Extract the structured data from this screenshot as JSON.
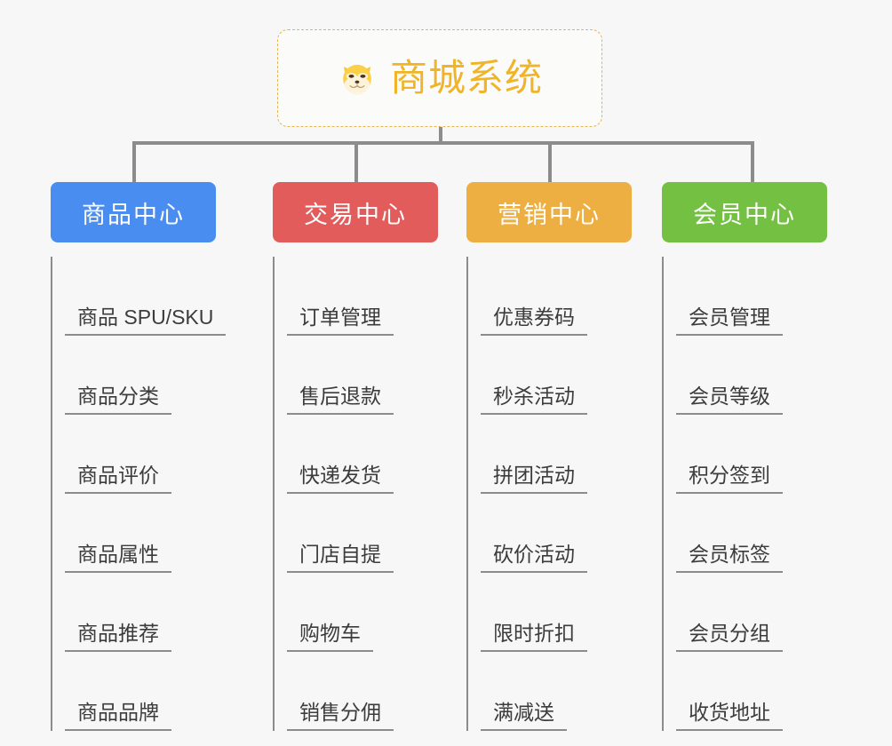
{
  "diagram": {
    "type": "mindmap",
    "background_color": "#f7f7f7",
    "connector_color": "#8c8c8c",
    "root": {
      "title": "商城系统",
      "icon": "shiba-dog-face-emoji",
      "text_color": "#f0b429",
      "border_color": "#e6b551",
      "fill_color": "#fbfbfa"
    },
    "branches": [
      {
        "label": "商品中心",
        "color": "#4a8df0",
        "items": [
          "商品 SPU/SKU",
          "商品分类",
          "商品评价",
          "商品属性",
          "商品推荐",
          "商品品牌"
        ]
      },
      {
        "label": "交易中心",
        "color": "#e25c5c",
        "items": [
          "订单管理",
          "售后退款",
          "快递发货",
          "门店自提",
          "购物车",
          "销售分佣"
        ]
      },
      {
        "label": "营销中心",
        "color": "#edaf41",
        "items": [
          "优惠券码",
          "秒杀活动",
          "拼团活动",
          "砍价活动",
          "限时折扣",
          "满减送"
        ]
      },
      {
        "label": "会员中心",
        "color": "#74c043",
        "items": [
          "会员管理",
          "会员等级",
          "积分签到",
          "会员标签",
          "会员分组",
          "收货地址"
        ]
      }
    ]
  }
}
